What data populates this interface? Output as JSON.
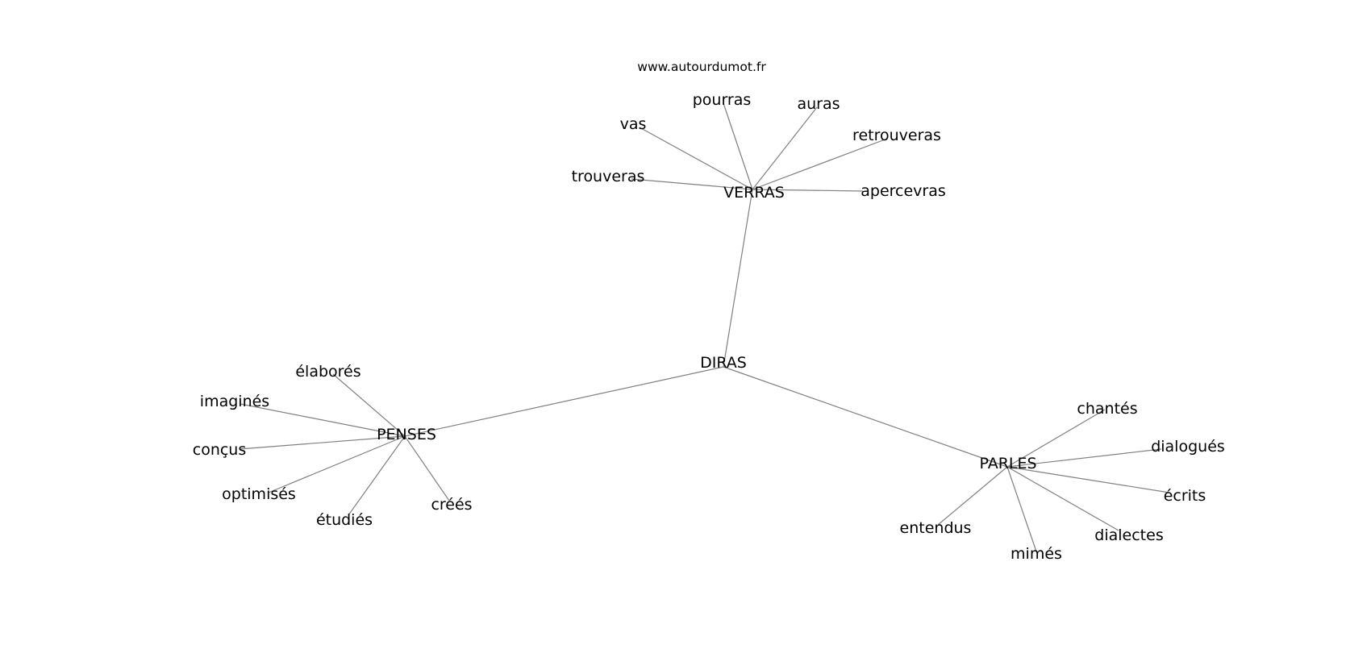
{
  "watermark": "www.autourdumot.fr",
  "graph": {
    "root": "DIRAS",
    "branches": [
      {
        "label": "VERRAS",
        "leaves": [
          "vas",
          "pourras",
          "auras",
          "retrouveras",
          "trouveras",
          "apercevras"
        ]
      },
      {
        "label": "PENSES",
        "leaves": [
          "élaborés",
          "imaginés",
          "conçus",
          "optimisés",
          "étudiés",
          "créés"
        ]
      },
      {
        "label": "PARLES",
        "leaves": [
          "chantés",
          "dialogués",
          "écrits",
          "entendus",
          "mimés",
          "dialectes"
        ]
      }
    ]
  },
  "colors": {
    "edge": "#808080",
    "text": "#000000",
    "background": "#ffffff"
  }
}
